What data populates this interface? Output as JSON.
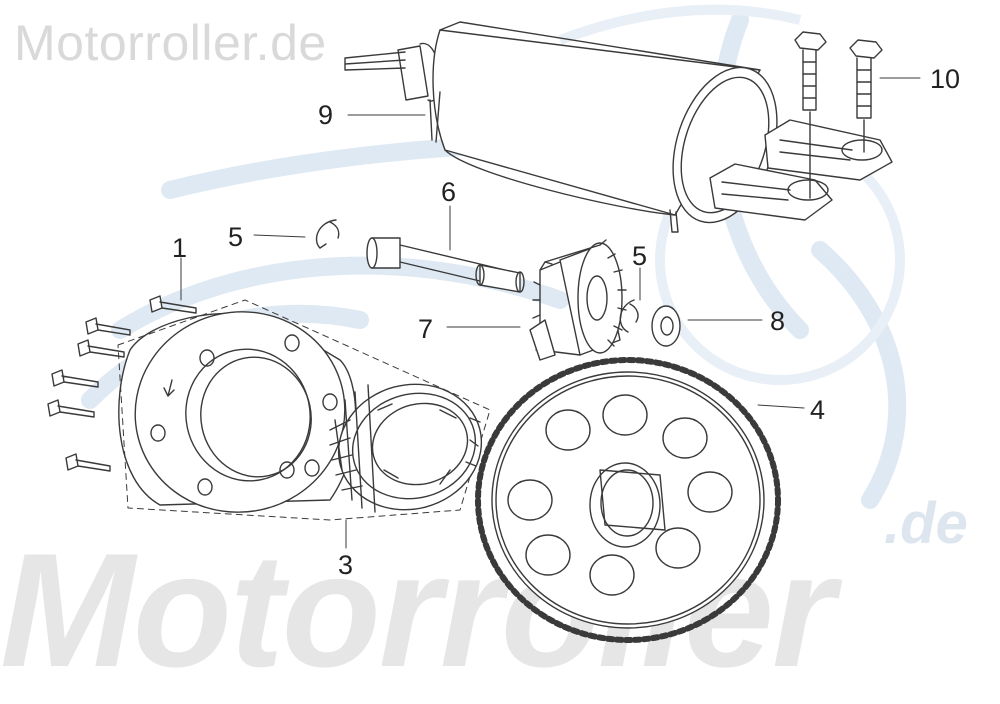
{
  "watermark": {
    "top_text": "Motorroller.de",
    "big_text": "Motorroller",
    "domain_suffix": ".de"
  },
  "callouts": {
    "c1": "1",
    "c3": "3",
    "c4": "4",
    "c5a": "5",
    "c5b": "5",
    "c6": "6",
    "c7": "7",
    "c8": "8",
    "c9": "9",
    "c10": "10"
  },
  "colors": {
    "line": "#3a3a3a",
    "watermark_gray": "#e6e6e6",
    "watermark_blue": "#d6e4f0"
  }
}
